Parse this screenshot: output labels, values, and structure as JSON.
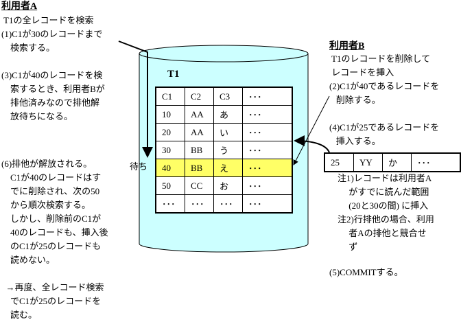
{
  "userA": {
    "heading": "利用者A",
    "lines": [
      " T1の全レコードを検索",
      "(1)C1が30のレコードまで",
      "    検索する。",
      "",
      "(3)C1が40のレコードを検",
      "    索するとき、利用者Bが",
      "    排他済みなので排他解",
      "    放待ちになる。"
    ],
    "lines2": [
      "(6)排他が解放される。",
      "    C1が40のレコードはす",
      "    でに削除され、次の50",
      "    から順次検索する。",
      "    しかし、削除前のC1が",
      "    40のレコードも、挿入後",
      "    のC1が25のレコードも",
      "    読めない。",
      "",
      "  →再度、全レコード検索",
      "    でC1が25のレコードを",
      "    読む。"
    ],
    "wait_label": "待ち"
  },
  "table": {
    "name": "T1",
    "rows": [
      [
        "C1",
        "C2",
        "C3",
        "･･･"
      ],
      [
        "10",
        "AA",
        "あ",
        "･･･"
      ],
      [
        "20",
        "AA",
        "い",
        "･･･"
      ],
      [
        "30",
        "BB",
        "う",
        "･･･"
      ],
      [
        "40",
        "BB",
        "え",
        "･･･"
      ],
      [
        "50",
        "CC",
        "お",
        "･･･"
      ],
      [
        "･･･",
        "･･･",
        "･･･",
        "･･･"
      ]
    ],
    "highlight_row": 4,
    "highlight_color": "#ffff66",
    "cylinder_color": "#ccffff"
  },
  "userB": {
    "heading": "利用者B",
    "lines": [
      " T1のレコードを削除して",
      " レコードを挿入",
      "(2)C1が40であるレコードを",
      "   削除する。",
      "",
      "(4)C1が25であるレコードを",
      "   挿入する。"
    ],
    "new_row": [
      "25",
      "YY",
      "か",
      "･･･"
    ],
    "notes": [
      "注1)レコードは利用者A",
      "     がすでに読んだ範囲",
      "     (20と30の間) に挿入",
      "注2)行排他の場合、利用",
      "     者Aの排他と競合せ",
      "     ず"
    ],
    "commit": "(5)COMMITする。"
  }
}
